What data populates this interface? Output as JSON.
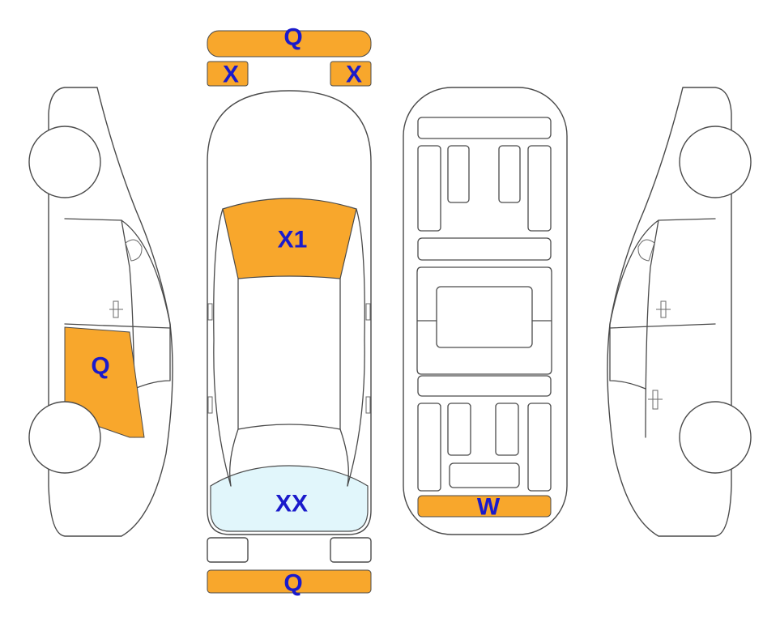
{
  "colors": {
    "damage": "#F8A72C",
    "damage_light": "#E1F6FB",
    "label": "#1A1ACB",
    "outline": "#4A4A4A"
  },
  "labels": {
    "front_bumper": "Q",
    "left_headlight": "X",
    "right_headlight": "X",
    "windshield": "X1",
    "rear_window": "XX",
    "rear_bumper": "Q",
    "underbody_rear": "W",
    "left_rear_door": "Q"
  }
}
